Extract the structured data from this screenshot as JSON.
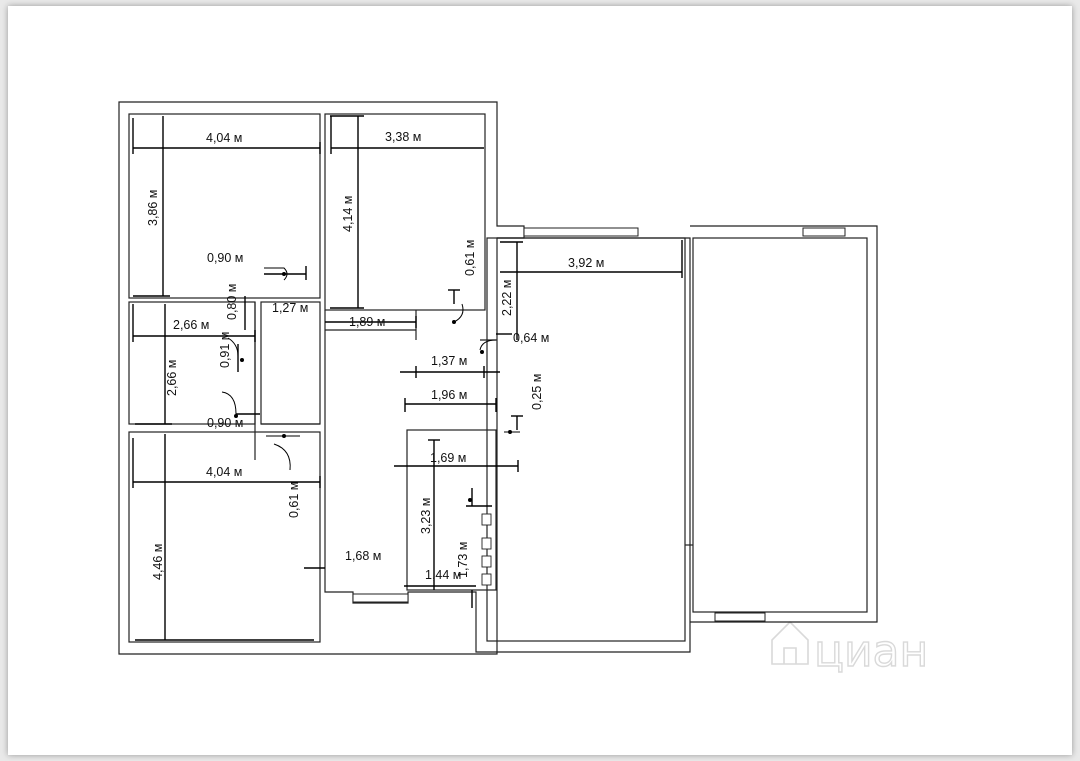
{
  "plan": {
    "dimensions": [
      "4,04 м",
      "3,38 м",
      "3,86 м",
      "4,14 м",
      "0,90 м",
      "0,61 м",
      "3,92 м",
      "2,22 м",
      "2,66 м",
      "0,80 м",
      "1,27 м",
      "1,89 м",
      "0,64 м",
      "2,66 м",
      "0,91 м",
      "1,37 м",
      "1,96 м",
      "0,25 м",
      "0,90 м",
      "1,69 м",
      "4,04 м",
      "0,61 м",
      "3,23 м",
      "4,46 м",
      "1,73 м",
      "1,68 м",
      "1,44 м"
    ]
  },
  "watermark": {
    "brand": "циан",
    "icon": "cian-house-logo-icon"
  }
}
